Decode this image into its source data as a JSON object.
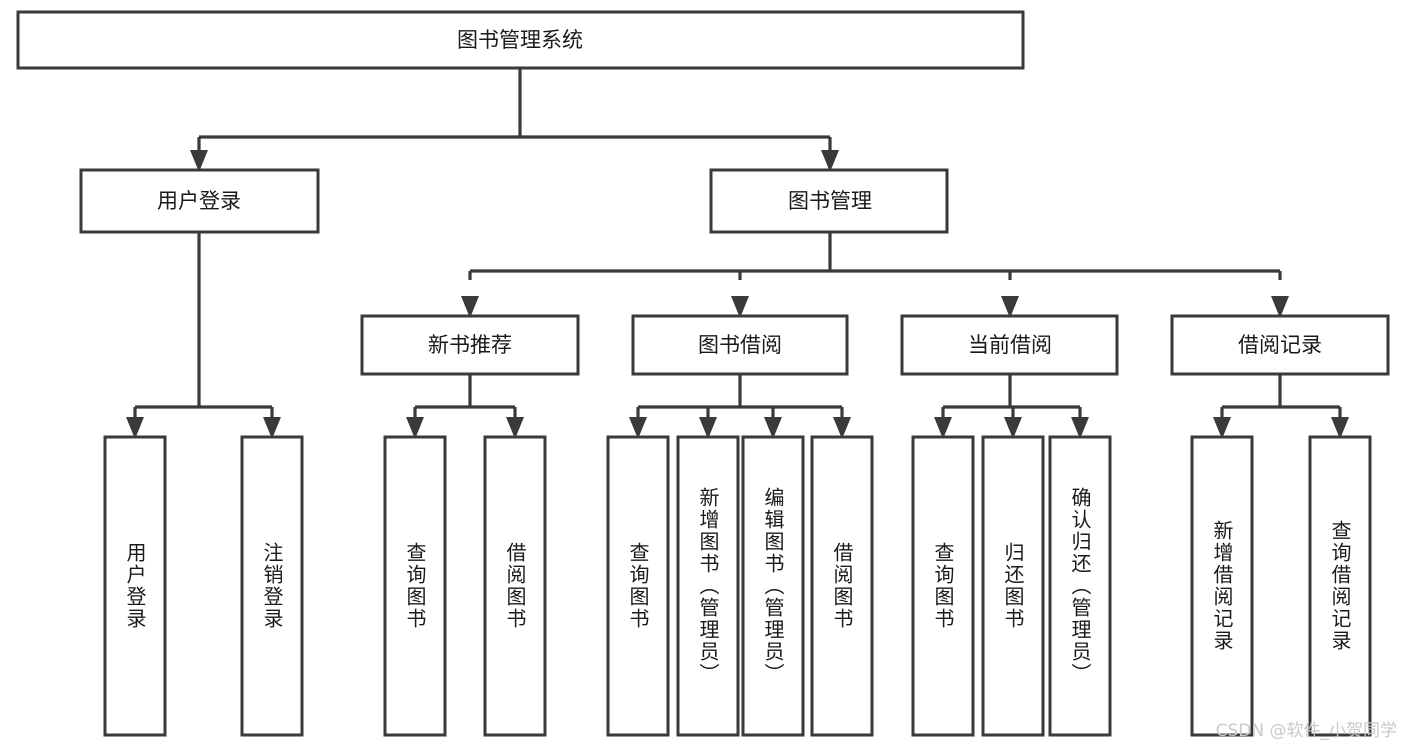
{
  "diagram": {
    "type": "tree-hierarchy",
    "title": "图书管理系统",
    "watermark": "CSDN @软件_小贺同学",
    "colors": {
      "stroke": "#3a3a3a",
      "fill": "#ffffff",
      "text": "#1a1a1a",
      "watermark": "#c9c9c9",
      "background": "#ffffff"
    },
    "levels": {
      "root": {
        "label": "图书管理系统"
      },
      "level2": [
        {
          "id": "user-login",
          "label": "用户登录"
        },
        {
          "id": "book-management",
          "label": "图书管理"
        }
      ],
      "level3": [
        {
          "id": "new-book-recommend",
          "label": "新书推荐",
          "parent": "book-management"
        },
        {
          "id": "book-borrow",
          "label": "图书借阅",
          "parent": "book-management"
        },
        {
          "id": "current-borrow",
          "label": "当前借阅",
          "parent": "book-management"
        },
        {
          "id": "borrow-record",
          "label": "借阅记录",
          "parent": "book-management"
        }
      ],
      "leaves": [
        {
          "id": "leaf-user-login",
          "label": "用户登录",
          "parent": "user-login"
        },
        {
          "id": "leaf-logout",
          "label": "注销登录",
          "parent": "user-login"
        },
        {
          "id": "leaf-query-book-1",
          "label": "查询图书",
          "parent": "new-book-recommend"
        },
        {
          "id": "leaf-borrow-book-1",
          "label": "借阅图书",
          "parent": "new-book-recommend"
        },
        {
          "id": "leaf-query-book-2",
          "label": "查询图书",
          "parent": "book-borrow"
        },
        {
          "id": "leaf-add-book",
          "label": "新增图书（管理员）",
          "parent": "book-borrow"
        },
        {
          "id": "leaf-edit-book",
          "label": "编辑图书（管理员）",
          "parent": "book-borrow"
        },
        {
          "id": "leaf-borrow-book-2",
          "label": "借阅图书",
          "parent": "book-borrow"
        },
        {
          "id": "leaf-query-book-3",
          "label": "查询图书",
          "parent": "current-borrow"
        },
        {
          "id": "leaf-return-book",
          "label": "归还图书",
          "parent": "current-borrow"
        },
        {
          "id": "leaf-confirm-return",
          "label": "确认归还（管理员）",
          "parent": "current-borrow"
        },
        {
          "id": "leaf-add-record",
          "label": "新增借阅记录",
          "parent": "borrow-record"
        },
        {
          "id": "leaf-query-record",
          "label": "查询借阅记录",
          "parent": "borrow-record"
        }
      ]
    }
  }
}
